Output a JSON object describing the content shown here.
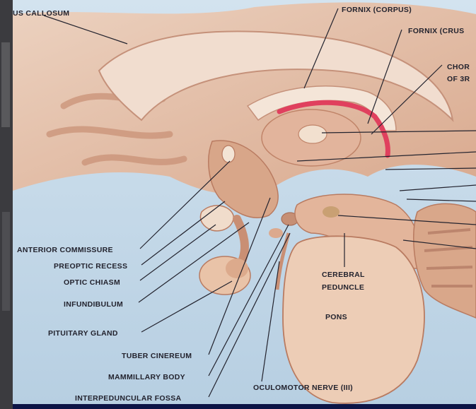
{
  "labels": {
    "corpus_callosum": "US CALLOSUM",
    "fornix_corpus": "FORNIX (CORPUS)",
    "fornix_crus": "FORNIX (CRUS",
    "choroid_1": "CHOR",
    "choroid_2": "OF 3R",
    "anterior_commissure": "ANTERIOR COMMISSURE",
    "preoptic_recess": "PREOPTIC RECESS",
    "optic_chiasm": "OPTIC CHIASM",
    "infundibulum": "INFUNDIBULUM",
    "pituitary_gland": "PITUITARY GLAND",
    "tuber_cinereum": "TUBER CINEREUM",
    "mammillary_body": "MAMMILLARY BODY",
    "interpeduncular_fossa": "INTERPEDUNCULAR FOSSA",
    "cerebral_peduncle_1": "CEREBRAL",
    "cerebral_peduncle_2": "PEDUNCLE",
    "pons": "PONS",
    "oculomotor_nerve": "OCULOMOTOR NERVE (III)"
  },
  "colors": {
    "frame": "#0c1446",
    "background": "#cbdcea",
    "tissue": "#e6bfa8",
    "tissue_dark": "#c98f74",
    "ribbon": "#e0405e",
    "line": "#23232e"
  }
}
